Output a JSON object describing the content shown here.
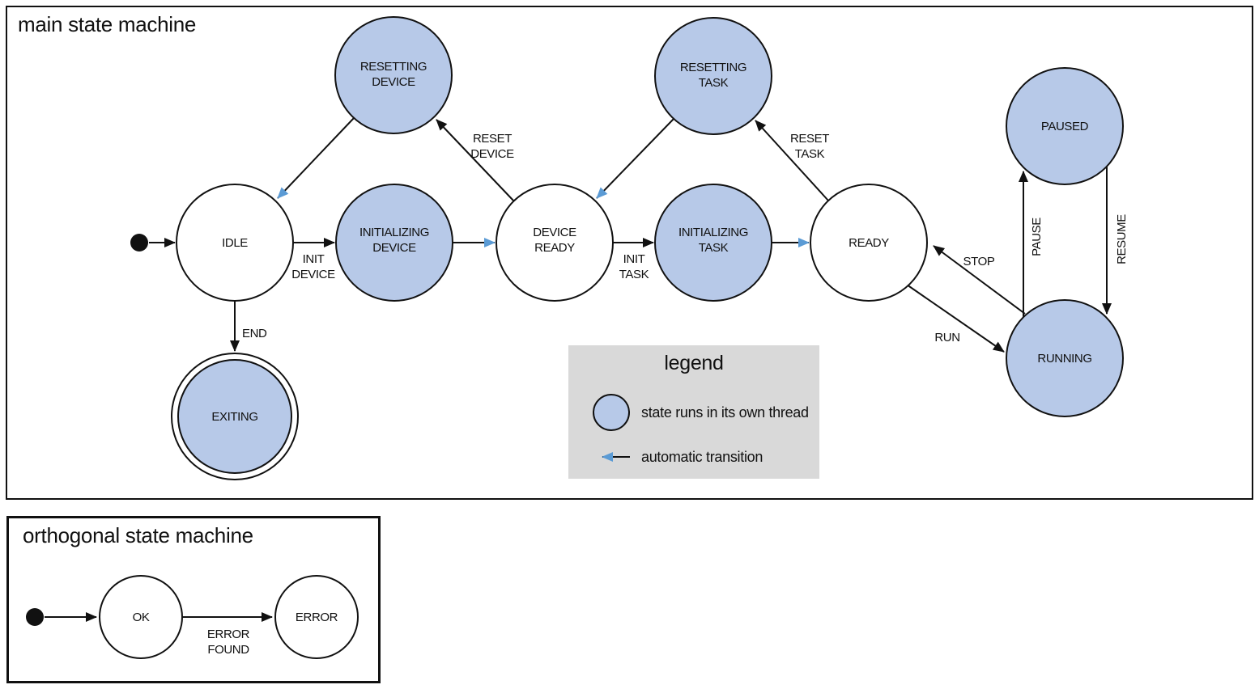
{
  "colors": {
    "state_thread_fill": "#b7c9e8",
    "auto_transition_blue": "#5b9bd5",
    "legend_bg": "#d9d9d9",
    "plain_state_fill": "#ffffff",
    "line_black": "#111111"
  },
  "main": {
    "title": "main state machine",
    "states": {
      "idle": {
        "label": "IDLE"
      },
      "resetting_device": {
        "line1": "RESETTING",
        "line2": "DEVICE"
      },
      "initializing_device": {
        "line1": "INITIALIZING",
        "line2": "DEVICE"
      },
      "device_ready": {
        "line1": "DEVICE",
        "line2": "READY"
      },
      "resetting_task": {
        "line1": "RESETTING",
        "line2": "TASK"
      },
      "initializing_task": {
        "line1": "INITIALIZING",
        "line2": "TASK"
      },
      "ready": {
        "label": "READY"
      },
      "paused": {
        "label": "PAUSED"
      },
      "running": {
        "label": "RUNNING"
      },
      "exiting": {
        "label": "EXITING"
      }
    },
    "transitions": {
      "init_device": {
        "line1": "INIT",
        "line2": "DEVICE"
      },
      "init_task": {
        "line1": "INIT",
        "line2": "TASK"
      },
      "reset_device": {
        "line1": "RESET",
        "line2": "DEVICE"
      },
      "reset_task": {
        "line1": "RESET",
        "line2": "TASK"
      },
      "end": "END",
      "run": "RUN",
      "stop": "STOP",
      "pause": "PAUSE",
      "resume": "RESUME"
    }
  },
  "legend": {
    "title": "legend",
    "thread_item": "state runs in its own thread",
    "auto_item": "automatic transition"
  },
  "orthogonal": {
    "title": "orthogonal state machine",
    "states": {
      "ok": {
        "label": "OK"
      },
      "error": {
        "label": "ERROR"
      }
    },
    "transitions": {
      "error_found": {
        "line1": "ERROR",
        "line2": "FOUND"
      }
    }
  }
}
